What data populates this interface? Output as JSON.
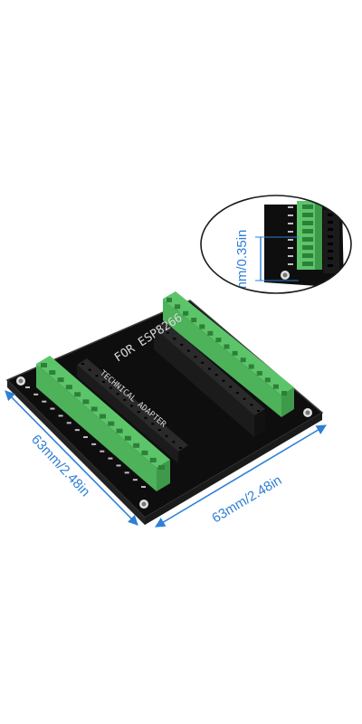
{
  "product": {
    "silkscreen_line1": "FOR ESP8266",
    "silkscreen_line2": "TECHNICAL ADAPTER"
  },
  "dimensions": {
    "width_label": "63mm/2.48in",
    "depth_label": "63mm/2.48in",
    "terminal_label": "9mm/0.35in"
  },
  "colors": {
    "board": "#121212",
    "terminal": "#5cc569",
    "terminal_dark": "#3e9a4a",
    "header": "#1b1b1b",
    "dimension_line": "#2f7fd6"
  },
  "icons": {
    "mounting_hole": "mounting-hole-icon",
    "arrow": "arrow-icon"
  }
}
